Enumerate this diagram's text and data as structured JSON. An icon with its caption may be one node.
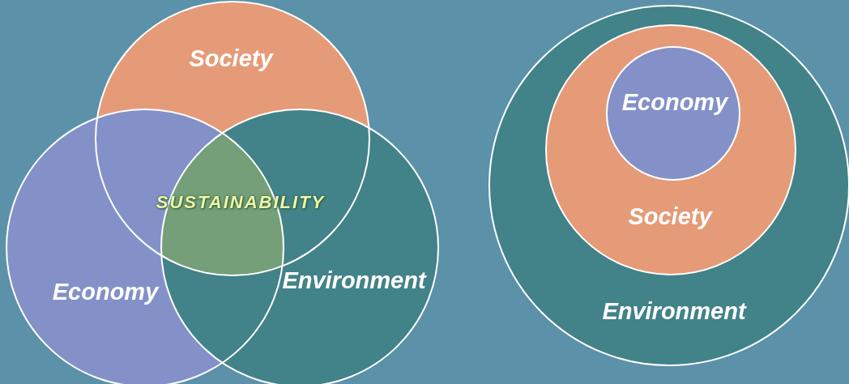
{
  "diagram": {
    "nodes": [
      {
        "text": [
          "Society"
        ]
      },
      {
        "text": [
          "Economy"
        ]
      },
      {
        "text": [
          "Environment"
        ]
      },
      {
        "text": [
          "Environment"
        ]
      },
      {
        "text": [
          "Society"
        ],
        "in": 3
      },
      {
        "text": [
          "Economy"
        ],
        "in": 4
      }
    ],
    "labels": [
      "SUSTAINABILITY"
    ]
  }
}
